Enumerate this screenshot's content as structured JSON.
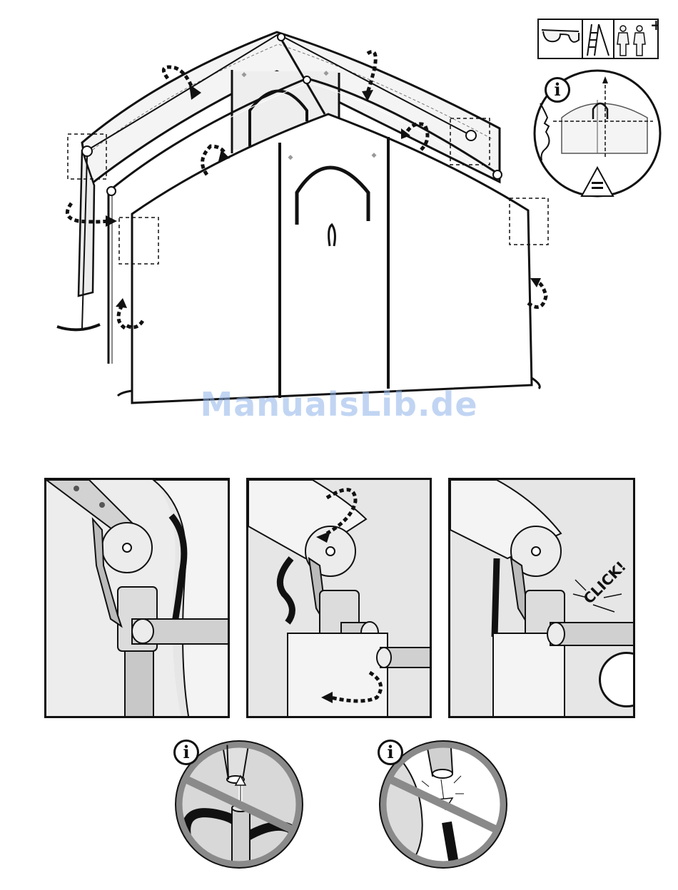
{
  "page": {
    "watermark": "ManualsLib.de"
  },
  "safety_icons": [
    {
      "icon": "safety-glasses-icon"
    },
    {
      "icon": "ladder-icon"
    },
    {
      "icon": "two-persons-icon"
    }
  ],
  "info_symbol": "i",
  "panels": [
    {
      "icon": "hinge-step-1"
    },
    {
      "icon": "hinge-step-2"
    },
    {
      "icon": "hinge-step-3",
      "callout": "CLICK!"
    }
  ],
  "notes": [
    {
      "icon": "no-cable-inside-pole-icon"
    },
    {
      "icon": "no-forcing-pole-icon"
    }
  ],
  "colors": {
    "line": "#111111",
    "fabric": "#f4f4f4",
    "metal": "#c9c9c9",
    "frame": "#e8e8e8",
    "watermark": "#8fb4ea",
    "prohibit": "#8a8a8a"
  }
}
